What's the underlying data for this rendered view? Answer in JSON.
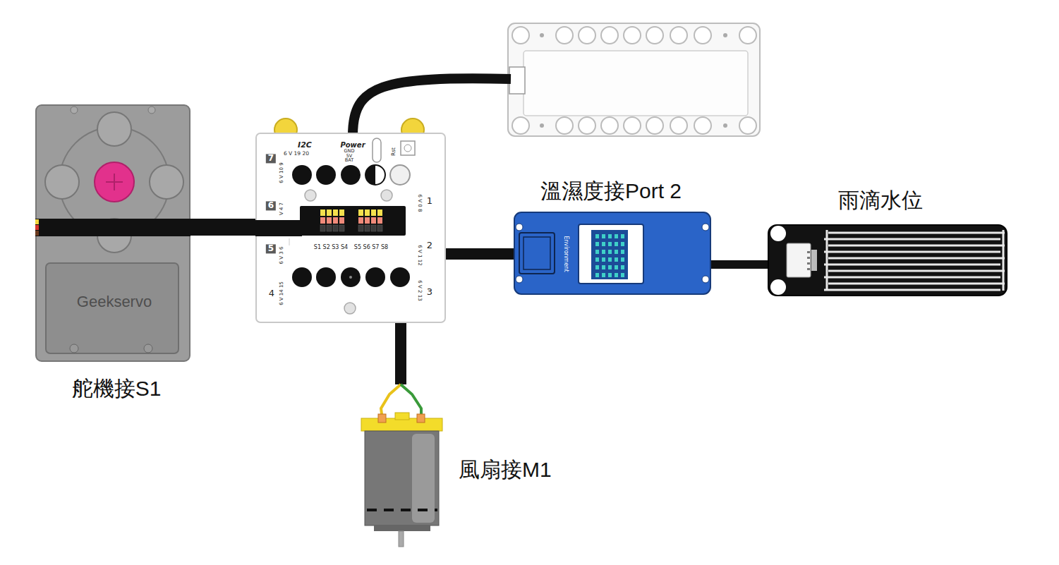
{
  "diagram": {
    "nodes": [
      {
        "text": [
          "Geekservo",
          "舵機接S1"
        ]
      },
      {
        "text": [
          "I2C",
          "Power",
          "6 V 19 20",
          "GND 5V BAT",
          "Rst",
          "7",
          "6 V 10 9",
          "1",
          "6 V 0 8",
          "6",
          "V 4 7",
          "S1 S2 S3 S4",
          "S5 S6 S7 S8",
          "5",
          "6 V 3 6",
          "2",
          "6 V 1 12",
          "4",
          "6 V 14 15",
          "3",
          "6 V 2 13"
        ]
      },
      {
        "text": [
          "Environment",
          "溫濕度接Port 2"
        ]
      },
      {
        "text": [
          "雨滴水位"
        ]
      },
      {
        "text": [
          "風扇接M1"
        ]
      }
    ],
    "edges": [
      {
        "from": 0,
        "to": 1,
        "arrow": "none"
      },
      {
        "from": 1,
        "to": 2,
        "arrow": "none"
      },
      {
        "from": 2,
        "to": 3,
        "arrow": "none"
      },
      {
        "from": 1,
        "to": 4,
        "arrow": "none"
      }
    ]
  }
}
